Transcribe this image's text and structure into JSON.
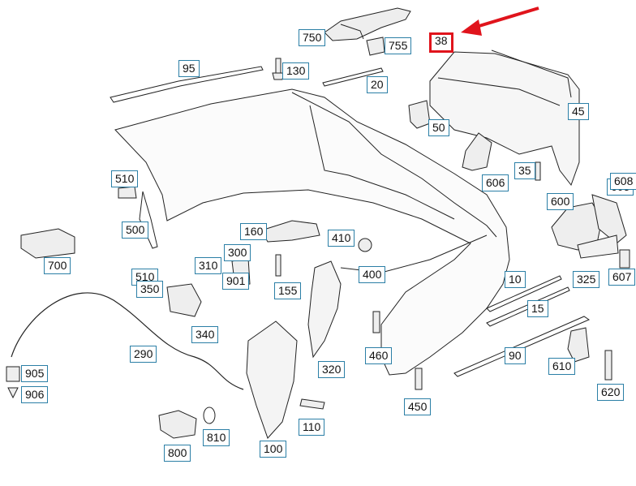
{
  "diagram": {
    "highlight_color": "#e0141c",
    "label_border_color": "#2b7fa6",
    "parts": [
      {
        "id": "p750",
        "text": "750"
      },
      {
        "id": "p755",
        "text": "755"
      },
      {
        "id": "p38",
        "text": "38",
        "highlighted": true
      },
      {
        "id": "p95",
        "text": "95"
      },
      {
        "id": "p130",
        "text": "130"
      },
      {
        "id": "p20",
        "text": "20"
      },
      {
        "id": "p45",
        "text": "45"
      },
      {
        "id": "p50",
        "text": "50"
      },
      {
        "id": "p510a",
        "text": "510"
      },
      {
        "id": "p35",
        "text": "35"
      },
      {
        "id": "p606",
        "text": "606"
      },
      {
        "id": "p605",
        "text": "605"
      },
      {
        "id": "p608",
        "text": "608"
      },
      {
        "id": "p600",
        "text": "600"
      },
      {
        "id": "p500",
        "text": "500"
      },
      {
        "id": "p160",
        "text": "160"
      },
      {
        "id": "p410",
        "text": "410"
      },
      {
        "id": "p700",
        "text": "700"
      },
      {
        "id": "p300",
        "text": "300"
      },
      {
        "id": "p310",
        "text": "310"
      },
      {
        "id": "p510b",
        "text": "510"
      },
      {
        "id": "p400",
        "text": "400"
      },
      {
        "id": "p10",
        "text": "10"
      },
      {
        "id": "p325",
        "text": "325"
      },
      {
        "id": "p607",
        "text": "607"
      },
      {
        "id": "p350",
        "text": "350"
      },
      {
        "id": "p901",
        "text": "901"
      },
      {
        "id": "p155",
        "text": "155"
      },
      {
        "id": "p15",
        "text": "15"
      },
      {
        "id": "p340",
        "text": "340"
      },
      {
        "id": "p290",
        "text": "290"
      },
      {
        "id": "p460",
        "text": "460"
      },
      {
        "id": "p90",
        "text": "90"
      },
      {
        "id": "p905",
        "text": "905"
      },
      {
        "id": "p320",
        "text": "320"
      },
      {
        "id": "p610",
        "text": "610"
      },
      {
        "id": "p906",
        "text": "906"
      },
      {
        "id": "p620",
        "text": "620"
      },
      {
        "id": "p450",
        "text": "450"
      },
      {
        "id": "p110",
        "text": "110"
      },
      {
        "id": "p810",
        "text": "810"
      },
      {
        "id": "p100",
        "text": "100"
      },
      {
        "id": "p800",
        "text": "800"
      }
    ]
  }
}
